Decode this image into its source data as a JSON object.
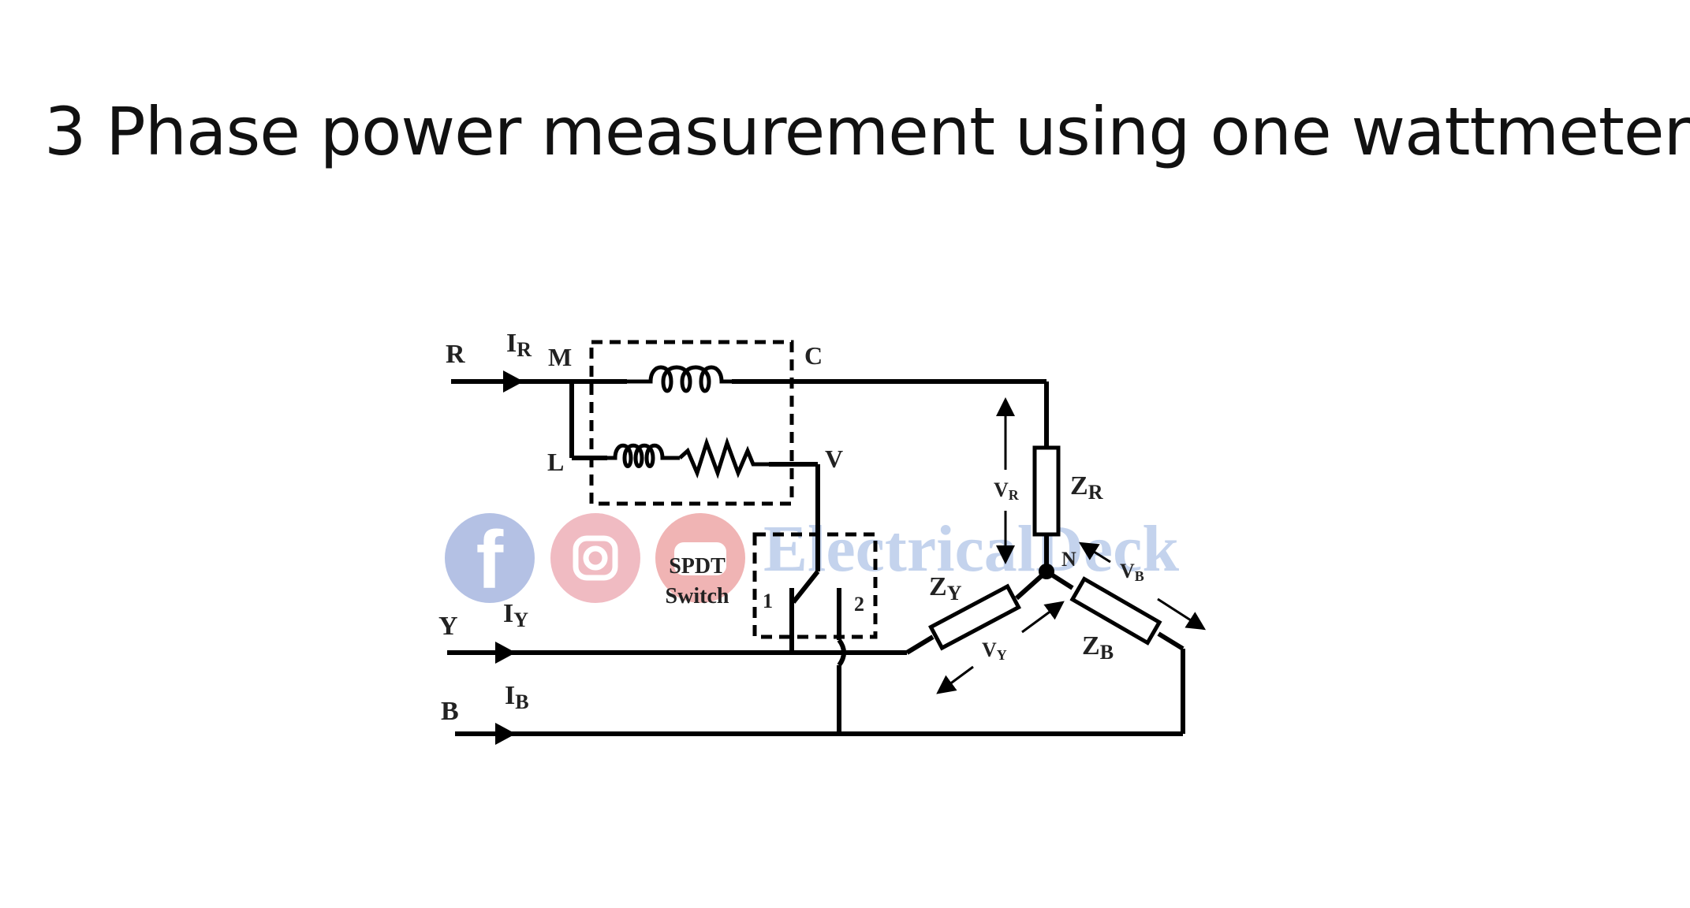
{
  "slide": {
    "title": "3 Phase power measurement using one wattmeter"
  },
  "diagram": {
    "phases": {
      "r": "R",
      "y": "Y",
      "b": "B"
    },
    "currents": {
      "ir": {
        "main": "I",
        "sub": "R"
      },
      "iy": {
        "main": "I",
        "sub": "Y"
      },
      "ib": {
        "main": "I",
        "sub": "B"
      }
    },
    "wattmeter_terminals": {
      "m": "M",
      "c": "C",
      "l": "L",
      "v": "V"
    },
    "switch": {
      "line1": "SPDT",
      "line2": "Switch",
      "pos1": "1",
      "pos2": "2"
    },
    "impedances": {
      "zr": {
        "main": "Z",
        "sub": "R"
      },
      "zy": {
        "main": "Z",
        "sub": "Y"
      },
      "zb": {
        "main": "Z",
        "sub": "B"
      }
    },
    "voltages": {
      "vr": {
        "main": "V",
        "sub": "R"
      },
      "vy": {
        "main": "V",
        "sub": "Y"
      },
      "vb": {
        "main": "V",
        "sub": "B"
      }
    },
    "neutral": "N",
    "watermark": {
      "text": "ElectricalDeck",
      "icons": [
        "facebook-icon",
        "instagram-icon",
        "youtube-icon"
      ]
    }
  }
}
